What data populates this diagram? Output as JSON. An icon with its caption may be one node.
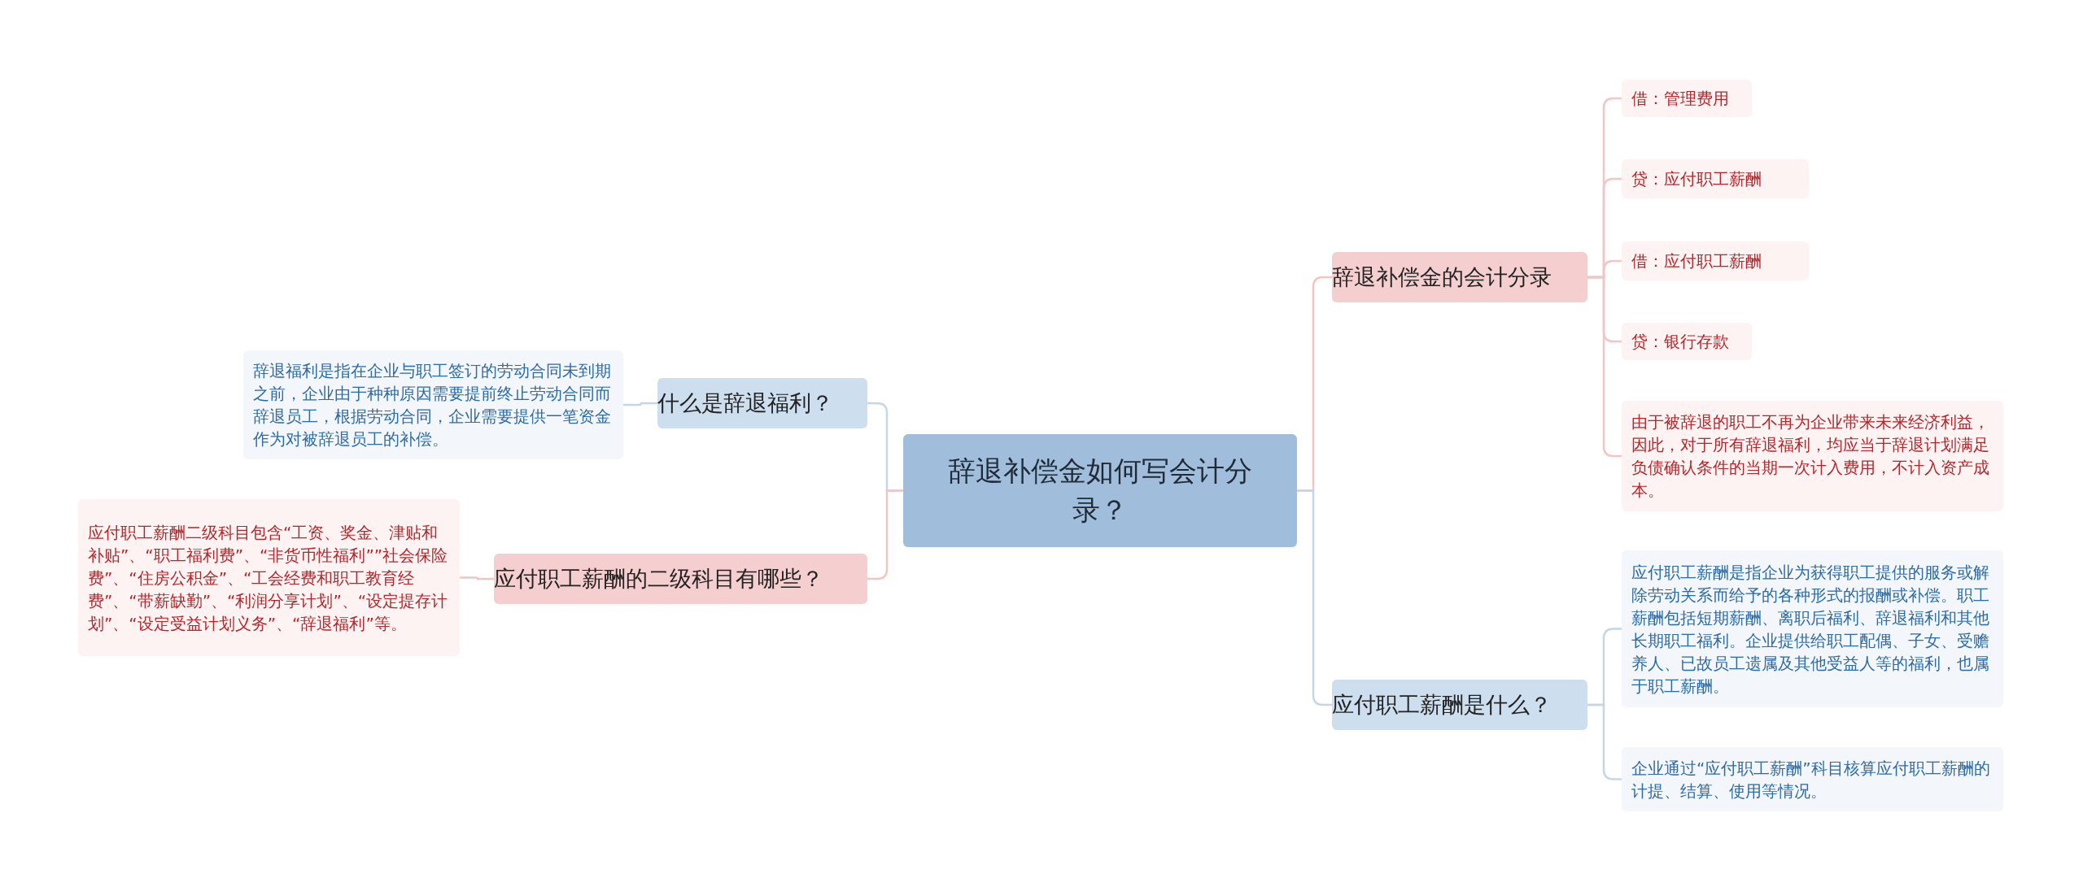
{
  "diagram": {
    "nodes": [
      {
        "text": [
          "辞退补偿金如何写会计分录？"
        ]
      },
      {
        "text": [
          "什么是辞退福利？"
        ]
      },
      {
        "text": [
          "辞退福利是指在企业与职工签订的劳动合同未到期之前，企业由于种种原因需要提前终止劳动合同而辞退员工，根据劳动合同，企业需要提供一笔资金作为对被辞退员工的补偿。"
        ]
      },
      {
        "text": [
          "应付职工薪酬的二级科目有哪些？"
        ]
      },
      {
        "text": [
          "应付职工薪酬二级科目包含“工资、奖金、津贴和补贴”、“职工福利费”、“非货币性福利””社会保险费”、“住房公积金”、“工会经费和职工教育经费”、“带薪缺勤”、“利润分享计划”、“设定提存计划”、“设定受益计划义务”、“辞退福利”等。"
        ]
      },
      {
        "text": [
          "辞退补偿金的会计分录"
        ]
      },
      {
        "text": [
          "借：管理费用"
        ]
      },
      {
        "text": [
          "贷：应付职工薪酬"
        ]
      },
      {
        "text": [
          "借：应付职工薪酬"
        ]
      },
      {
        "text": [
          "贷：银行存款"
        ]
      },
      {
        "text": [
          "由于被辞退的职工不再为企业带来未来经济利益，因此，对于所有辞退福利，均应当于辞退计划满足负债确认条件的当期一次计入费用，不计入资产成本。"
        ]
      },
      {
        "text": [
          "应付职工薪酬是什么？"
        ]
      },
      {
        "text": [
          "应付职工薪酬是指企业为获得职工提供的服务或解除劳动关系而给予的各种形式的报酬或补偿。职工薪酬包括短期薪酬、离职后福利、辞退福利和其他长期职工福利。企业提供给职工配偶、子女、受赡养人、已故员工遗属及其他受益人等的福利，也属于职工薪酬。"
        ]
      },
      {
        "text": [
          "企业通过“应付职工薪酬”科目核算应付职工薪酬的计提、结算、使用等情况。"
        ]
      }
    ],
    "edges": [
      {
        "from": 0,
        "to": 1,
        "arrow": "none",
        "color": "#c5d6e8"
      },
      {
        "from": 1,
        "to": 2,
        "arrow": "none",
        "color": "#c5d6e8"
      },
      {
        "from": 0,
        "to": 3,
        "arrow": "none"
      },
      {
        "from": 3,
        "to": 4,
        "arrow": "none"
      },
      {
        "from": 0,
        "to": 5,
        "arrow": "none"
      },
      {
        "from": 5,
        "to": 6,
        "arrow": "none"
      },
      {
        "from": 5,
        "to": 7,
        "arrow": "none"
      },
      {
        "from": 5,
        "to": 8,
        "arrow": "none"
      },
      {
        "from": 5,
        "to": 9,
        "arrow": "none"
      },
      {
        "from": 5,
        "to": 10,
        "arrow": "none"
      },
      {
        "from": 0,
        "to": 11,
        "arrow": "none",
        "color": "#c5d6e8"
      },
      {
        "from": 11,
        "to": 12,
        "arrow": "none",
        "color": "#c5d6e8"
      },
      {
        "from": 11,
        "to": 13,
        "arrow": "none",
        "color": "#c5d6e8"
      }
    ]
  }
}
